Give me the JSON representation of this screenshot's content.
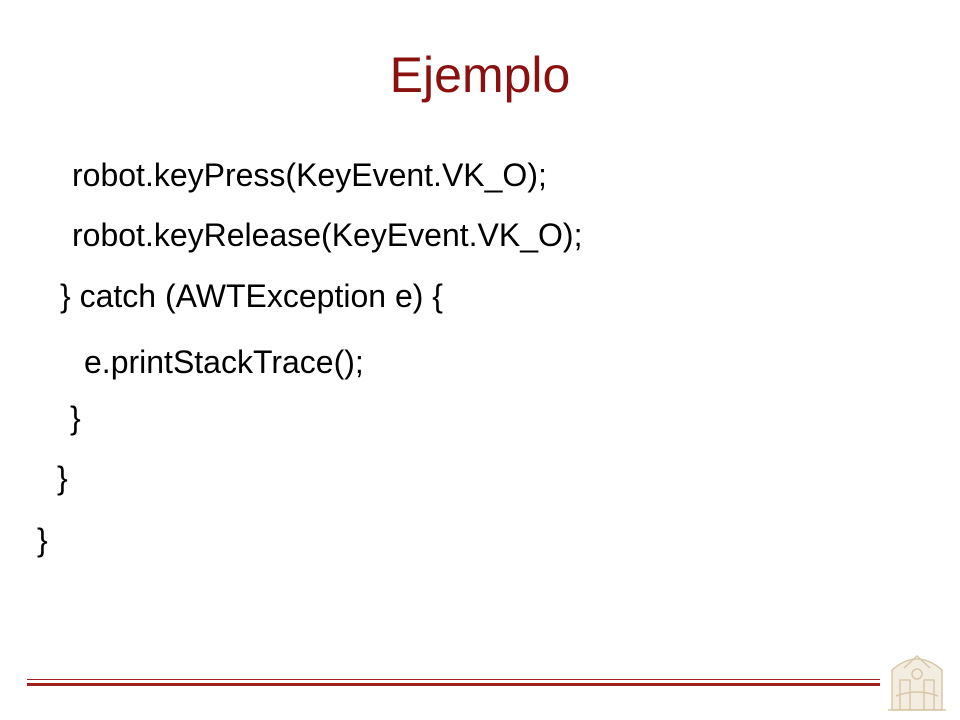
{
  "slide": {
    "title": "Ejemplo",
    "code_lines": [
      "robot.keyPress(KeyEvent.VK_O);",
      "robot.keyRelease(KeyEvent.VK_O);",
      "} catch (AWTException e) {",
      "e.printStackTrace();",
      "}",
      "}",
      "}"
    ],
    "colors": {
      "title": "#8b1010",
      "rule": "#a12020",
      "text": "#000000"
    },
    "logo_icon": "university-emblem-icon"
  }
}
